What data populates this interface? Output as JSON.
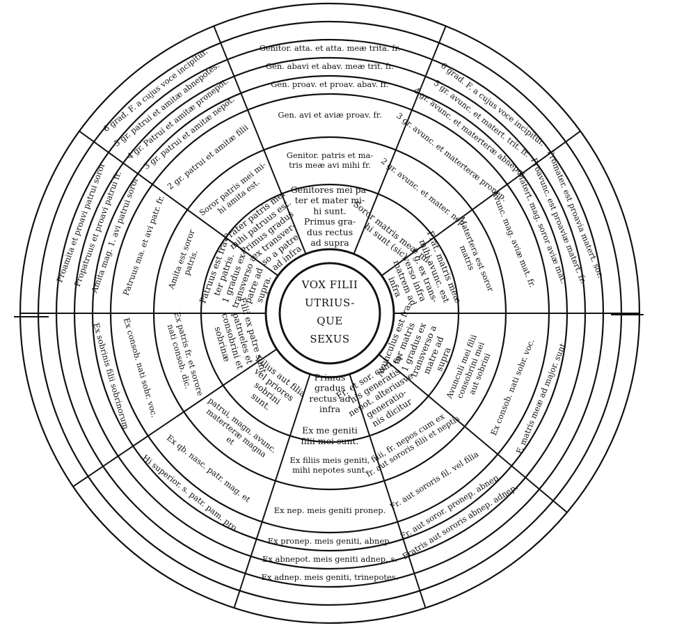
{
  "center": {
    "lines": [
      "VOX FILII",
      "UTRIUS-",
      "QUE",
      "SEXUS"
    ]
  },
  "sectors": {
    "top_center": {
      "rings": [
        [
          "Genitores mei pa-",
          "ter et mater mi-",
          "hi sunt.",
          "Primus gra-",
          "dus rectus",
          "ad supra"
        ],
        [
          "Genitor. patris et ma-",
          "tris meæ avi mihi fr."
        ],
        [
          "Gen. avi et aviæ proav. fr."
        ],
        [
          "Gen. proav. et proav. abav. fr."
        ],
        [
          "Gen. abavi et abav. meæ trit. fr."
        ],
        [
          "Genitor. atta. et atta. meæ trita. fr."
        ]
      ]
    },
    "upper_left": {
      "rings": [
        [
          "Frater patris mei",
          "mihi patruus est.",
          "Primus gradus",
          "ex transver-",
          "so a patre",
          "ad infra"
        ],
        [
          "Soror patris mei mi-",
          "hi amita est."
        ],
        [
          "2 gr. patrui et amitæ filii"
        ],
        [
          "3 gr. patrui et amitæ nepot."
        ],
        [
          "4 gr. Patrui et amitæ pronepot."
        ],
        [
          "5 gr. patrui et amitæ abnepotes."
        ],
        [
          "6 grad. F. a cujus voce incipitur."
        ]
      ]
    },
    "left_upper": {
      "rings": [
        [
          "Patruus est fra-",
          "ter patris.",
          "1 gradus ex",
          "transverso a",
          "patre ad",
          "supra."
        ],
        [
          "Amita est soror",
          "patris."
        ],
        [
          "Patruus ma. et avi patr. fr."
        ],
        [
          "Amita mag. 1. avi patrui soror"
        ],
        [
          "Propatruus et proavi patrui fr."
        ],
        [
          "Proamita et proavi patrui soror"
        ]
      ]
    },
    "left_lower": {
      "rings": [
        [
          "Filii ex patre sunt",
          "patrueles et",
          "consobrini et",
          "sobrinæ"
        ],
        [
          "Ex patris fr. et sorore",
          "nati consob. dic."
        ],
        [
          "Ex consob. nati sobr. voc."
        ],
        [
          "Ex sobrinis filii sobrinorum"
        ]
      ]
    },
    "lower_left": {
      "rings": [
        [
          "Filius aut filia",
          "vel priores",
          "sobrini",
          "sunt."
        ],
        [
          "patrui, magn. avunc.",
          "materteræ magna",
          "et"
        ],
        [
          "Ex qb. nasc. patr. mag. et"
        ],
        [
          "Hi superior. s. patr. pam. pro"
        ]
      ]
    },
    "bottom_center": {
      "rings": [
        [
          "Primus",
          "gradus",
          "rectus ad",
          "infra",
          "",
          "Ex me geniti",
          "filii mei sunt."
        ],
        [
          "Ex filiis meis geniti,",
          "mihi nepotes sunt."
        ],
        [
          "Ex nep. meis geniti pronep."
        ],
        [
          "Ex pronep. meis geniti, abnep."
        ],
        [
          "Ex abnepot. meis geniti adnep. s."
        ],
        [
          "Ex adnep. meis geniti, trinepotes."
        ]
      ]
    },
    "lower_right": {
      "rings": [
        [
          "Fr. et sor. cum ex",
          "his generatis",
          "nepot. alteriusve",
          "generatio-",
          "nis dicitur"
        ],
        [
          "filii, fr. nepos cum ex",
          "fr. aut sororis filii et neptis"
        ],
        [
          "Fr. aut sororis fil. vel filia"
        ],
        [
          "Fr. aut soror. pronep. abnep."
        ],
        [
          "Fratris aut sororis abnep. adnep."
        ]
      ]
    },
    "right_lower": {
      "rings": [
        [
          "Avunculus est fra-",
          "ter matris",
          "1 gradus ex",
          "transverso a",
          "matre ad",
          "supra"
        ],
        [
          "Avunculi mei filii",
          "consobrini mei",
          "aut sobrini"
        ],
        [
          "Ex consob. nati sobr. voc."
        ],
        [
          "F. matris meæ ad major. sunt"
        ]
      ]
    },
    "right_upper": {
      "rings": [
        [
          "Frat. matris meæ",
          "mihi avunc. est",
          "1 g. ex trans-",
          "verso infra",
          "matrem ad",
          "infra"
        ],
        [
          "Matertera est soror",
          "matris"
        ],
        [
          "Avunc. mag. aviæ mat. fr."
        ],
        [
          "Matert. mag. soror aviæ mat."
        ],
        [
          "Proavunc. est proaviæ matert. fr."
        ],
        [
          "Promater. est proavia matert. sor."
        ]
      ]
    },
    "upper_right": {
      "rings": [
        [
          "Soror matris meæ mi-",
          "hi sunt (sic)"
        ],
        [
          "2 gr. avunc. et mater. nep."
        ],
        [
          "3 gr. avunc. et materteræ pronep."
        ],
        [
          "4 gr. avunc. et materteræ abnepot."
        ],
        [
          "5 gr. avunc. et matert. trit. fr."
        ],
        [
          "6 grad. F. a cujus voce incipitur."
        ]
      ]
    }
  }
}
